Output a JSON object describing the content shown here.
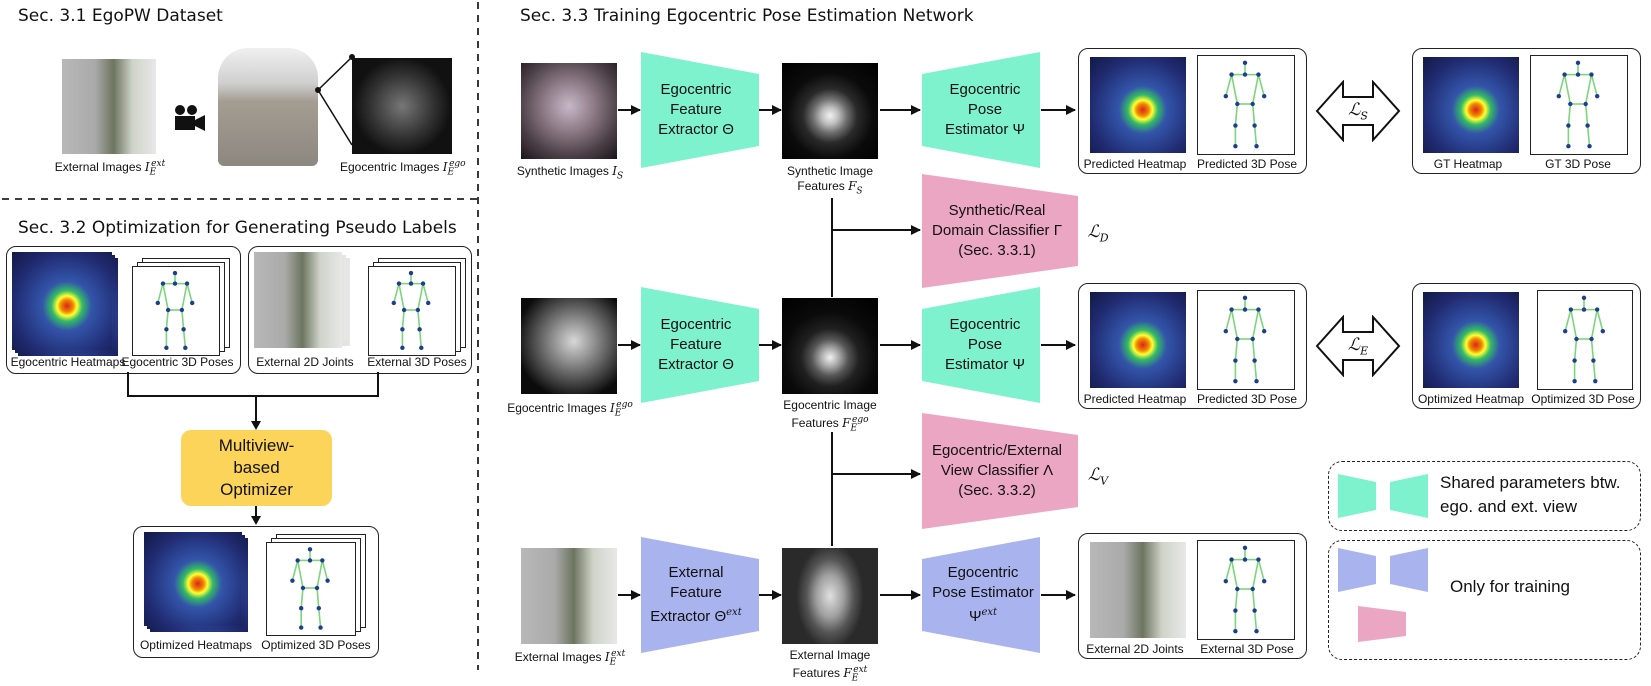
{
  "sections": {
    "s31": "Sec. 3.1   EgoPW Dataset",
    "s32": "Sec. 3.2   Optimization for Generating Pseudo Labels",
    "s33": "Sec. 3.3   Training Egocentric Pose Estimation Network"
  },
  "dataset": {
    "external_images": "External Images",
    "egocentric_images": "Egocentric Images",
    "ext_sym": "I",
    "ext_sub": "E",
    "ext_sup": "ext",
    "ego_sup": "ego"
  },
  "optimization": {
    "ego_heatmaps": "Egocentric Heatmaps",
    "ego_3d_poses": "Egocentric 3D Poses",
    "ext_2d_joints": "External 2D Joints",
    "ext_3d_poses": "External 3D Poses",
    "optimizer": "Multiview-\nbased\nOptimizer",
    "opt_heatmaps": "Optimized Heatmaps",
    "opt_3d_poses": "Optimized 3D Poses"
  },
  "network": {
    "synthetic_images": "Synthetic Images",
    "syn_sub": "S",
    "ego_images": "Egocentric Images",
    "external_images": "External Images",
    "ego_extractor": "Egocentric\nFeature\nExtractor Θ",
    "ext_extractor": "External\nFeature\nExtractor Θ",
    "ext_extractor_sup": "ext",
    "syn_features_l1": "Synthetic Image",
    "ego_features_l1": "Egocentric Image",
    "ext_features_l1": "External Image",
    "features_word": "Features",
    "feat_sym": "F",
    "ego_estimator": "Egocentric\nPose\nEstimator Ψ",
    "ext_estimator": "Egocentric\nPose Estimator\nΨ",
    "ext_estimator_sup": "ext",
    "domain_classifier": "Synthetic/Real\nDomain Classifier Γ\n(Sec. 3.3.1)",
    "view_classifier": "Egocentric/External\nView Classifier Λ\n(Sec. 3.3.2)",
    "loss_D": "D",
    "loss_V": "V",
    "loss_S": "S",
    "loss_E": "E",
    "loss_sym": "ℒ",
    "predicted_heatmap": "Predicted Heatmap",
    "predicted_3d_pose": "Predicted 3D Pose",
    "gt_heatmap": "GT Heatmap",
    "gt_3d_pose": "GT 3D Pose",
    "optimized_heatmap": "Optimized Heatmap",
    "optimized_3d_pose": "Optimized 3D Pose",
    "ext_2d_joints": "External 2D Joints",
    "ext_3d_pose": "External 3D Pose"
  },
  "legend": {
    "shared": "Shared parameters btw.\nego. and ext. view",
    "training": "Only for training"
  },
  "colors": {
    "teal": "#7ef2cd",
    "lavender": "#a9b3ee",
    "pink": "#eba6c4",
    "yellow": "#fcd459",
    "bone": "#7bd67b",
    "joint": "#1f3d8c"
  }
}
